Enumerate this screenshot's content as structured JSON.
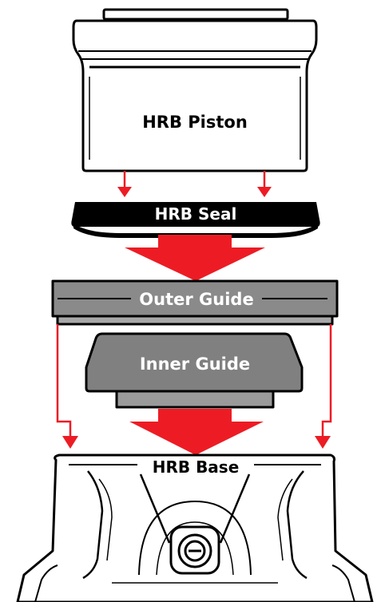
{
  "labels": {
    "piston": "HRB Piston",
    "seal": "HRB Seal",
    "outer_guide": "Outer Guide",
    "inner_guide": "Inner Guide",
    "base": "HRB Base"
  },
  "colors": {
    "arrow_red": "#ed1c24",
    "outline": "#000000",
    "fill_white": "#ffffff",
    "outer_guide_gray": "#8a8a8a",
    "inner_guide_gray": "#808080",
    "seal_black": "#000000"
  }
}
